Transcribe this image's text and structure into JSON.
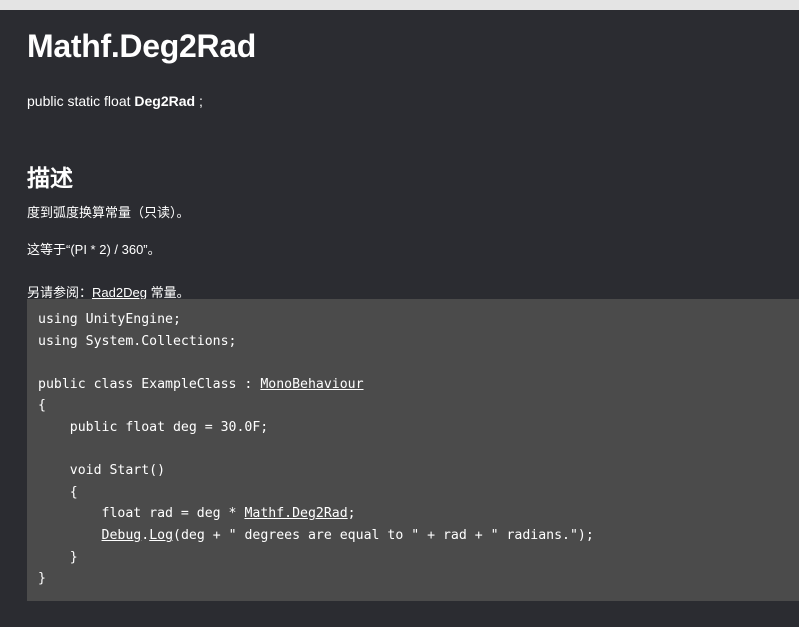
{
  "page": {
    "title": "Mathf.Deg2Rad",
    "signature": {
      "prefix": "public static float ",
      "name": "Deg2Rad",
      "suffix": " ;"
    }
  },
  "description": {
    "heading": "描述",
    "text": "度到弧度换算常量（只读）。",
    "formula": "这等于“(PI * 2) / 360”。",
    "see_also_prefix": "另请参阅：",
    "see_also_link": "Rad2Deg",
    "see_also_suffix": " 常量。"
  },
  "code": {
    "l1": "using UnityEngine;",
    "l2": "using System.Collections;",
    "l4_pre": "public class ExampleClass : ",
    "l4_link": "MonoBehaviour",
    "l5": "{",
    "l6": "    public float deg = 30.0F;",
    "l8": "    void Start()",
    "l9": "    {",
    "l10_pre": "        float rad = deg * ",
    "l10_link": "Mathf.Deg2Rad",
    "l10_post": ";",
    "l11_indent": "        ",
    "l11_link1": "Debug",
    "l11_dot": ".",
    "l11_link2": "Log",
    "l11_post": "(deg + \" degrees are equal to \" + rad + \" radians.\");",
    "l12": "    }",
    "l13": "}"
  }
}
